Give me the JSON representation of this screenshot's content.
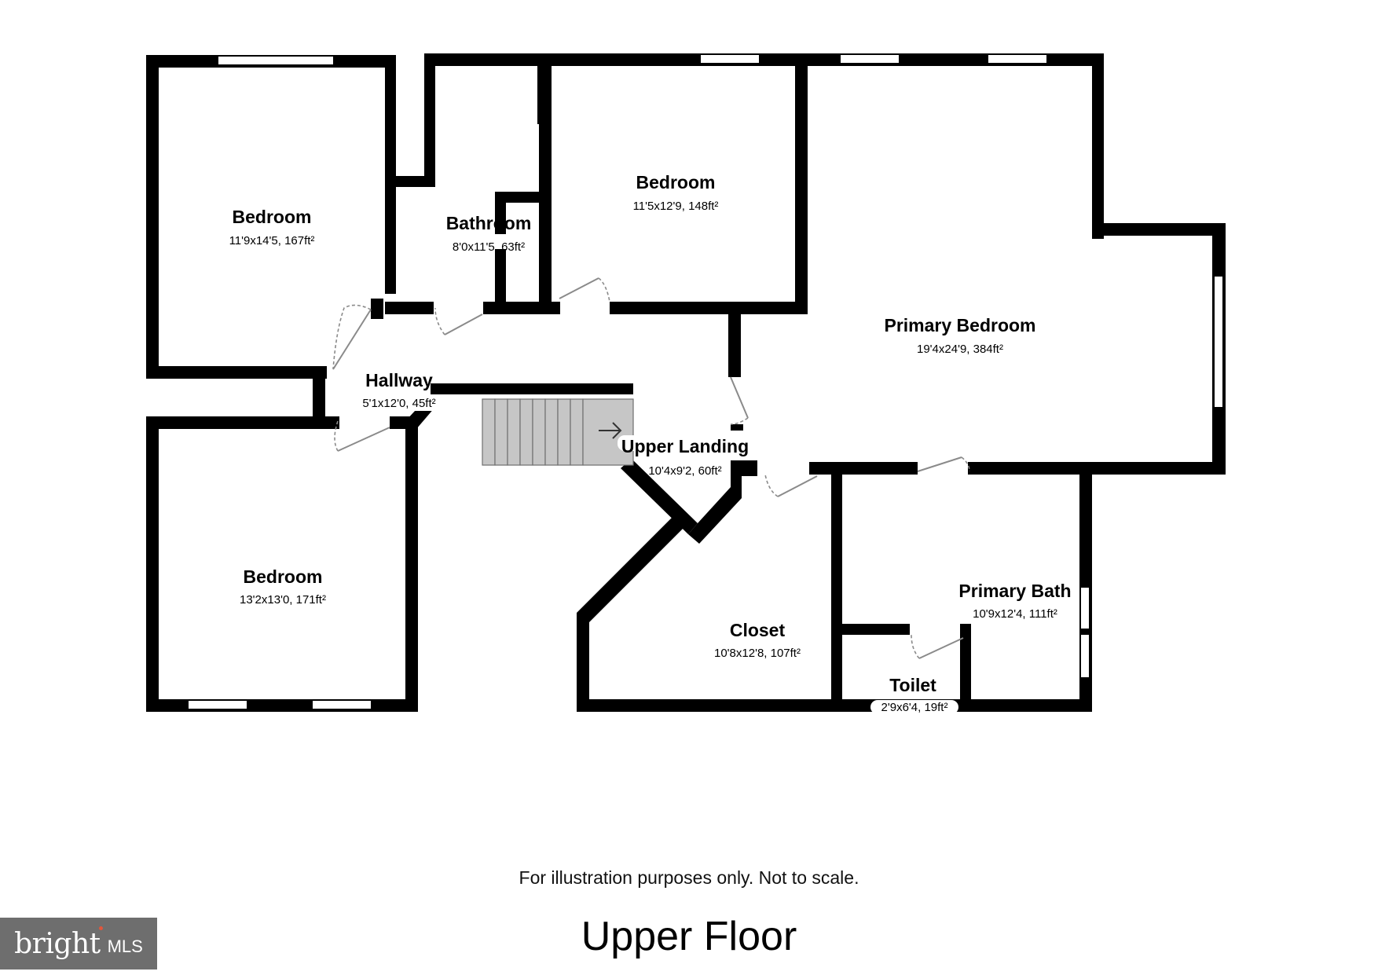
{
  "rooms": [
    {
      "name": "Bedroom",
      "dims": "11'9x14'5, 167ft²"
    },
    {
      "name": "Bathroom",
      "dims": "8'0x11'5, 63ft²"
    },
    {
      "name": "Bedroom",
      "dims": "11'5x12'9, 148ft²"
    },
    {
      "name": "Primary Bedroom",
      "dims": "19'4x24'9, 384ft²"
    },
    {
      "name": "Hallway",
      "dims": "5'1x12'0, 45ft²"
    },
    {
      "name": "Upper Landing",
      "dims": "10'4x9'2, 60ft²"
    },
    {
      "name": "Bedroom",
      "dims": "13'2x13'0, 171ft²"
    },
    {
      "name": "Closet",
      "dims": "10'8x12'8, 107ft²"
    },
    {
      "name": "Primary Bath",
      "dims": "10'9x12'4, 111ft²"
    },
    {
      "name": "Toilet",
      "dims": "2'9x6'4, 19ft²"
    }
  ],
  "stairs": {
    "arrow_icon": "arrow-right-icon"
  },
  "footer": {
    "note": "For illustration purposes only. Not to scale.",
    "floor_title": "Upper Floor"
  },
  "logo": {
    "word": "bright",
    "suffix": "MLS",
    "accent_color": "#e0563c"
  },
  "colors": {
    "wall": "#000000",
    "stairs": "#c6c6c6",
    "door": "#8a8a8a",
    "logo_bg": "#6e6e6e"
  }
}
